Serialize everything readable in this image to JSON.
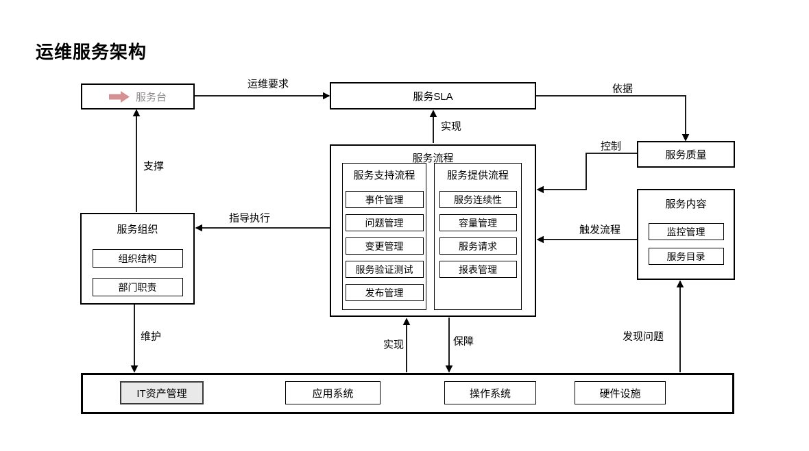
{
  "title": "运维服务架构",
  "nodes": {
    "service_desk": {
      "label": "服务台"
    },
    "service_sla": {
      "label": "服务SLA"
    },
    "service_quality": {
      "label": "服务质量"
    },
    "service_process": {
      "label": "服务流程",
      "support": {
        "label": "服务支持流程",
        "items": [
          "事件管理",
          "问题管理",
          "变更管理",
          "服务验证测试",
          "发布管理"
        ]
      },
      "provide": {
        "label": "服务提供流程",
        "items": [
          "服务连续性",
          "容量管理",
          "服务请求",
          "报表管理"
        ]
      }
    },
    "service_org": {
      "label": "服务组织",
      "items": [
        "组织结构",
        "部门职责"
      ]
    },
    "service_content": {
      "label": "服务内容",
      "items": [
        "监控管理",
        "服务目录"
      ]
    },
    "infrastructure": {
      "items": [
        "IT资产管理",
        "应用系统",
        "操作系统",
        "硬件设施"
      ]
    }
  },
  "edges": {
    "ops_requirement": "运维要求",
    "basis": "依据",
    "realize_sla": "实现",
    "control": "控制",
    "support": "支撑",
    "guide_execution": "指导执行",
    "trigger_process": "触发流程",
    "maintain": "维护",
    "realize_infra": "实现",
    "guarantee": "保障",
    "discover_problems": "发现问题"
  },
  "colors": {
    "line": "#000000",
    "accent_pink": "#d59091",
    "muted_text": "#8f8a8a",
    "highlight_fill": "#e9e9e9"
  }
}
